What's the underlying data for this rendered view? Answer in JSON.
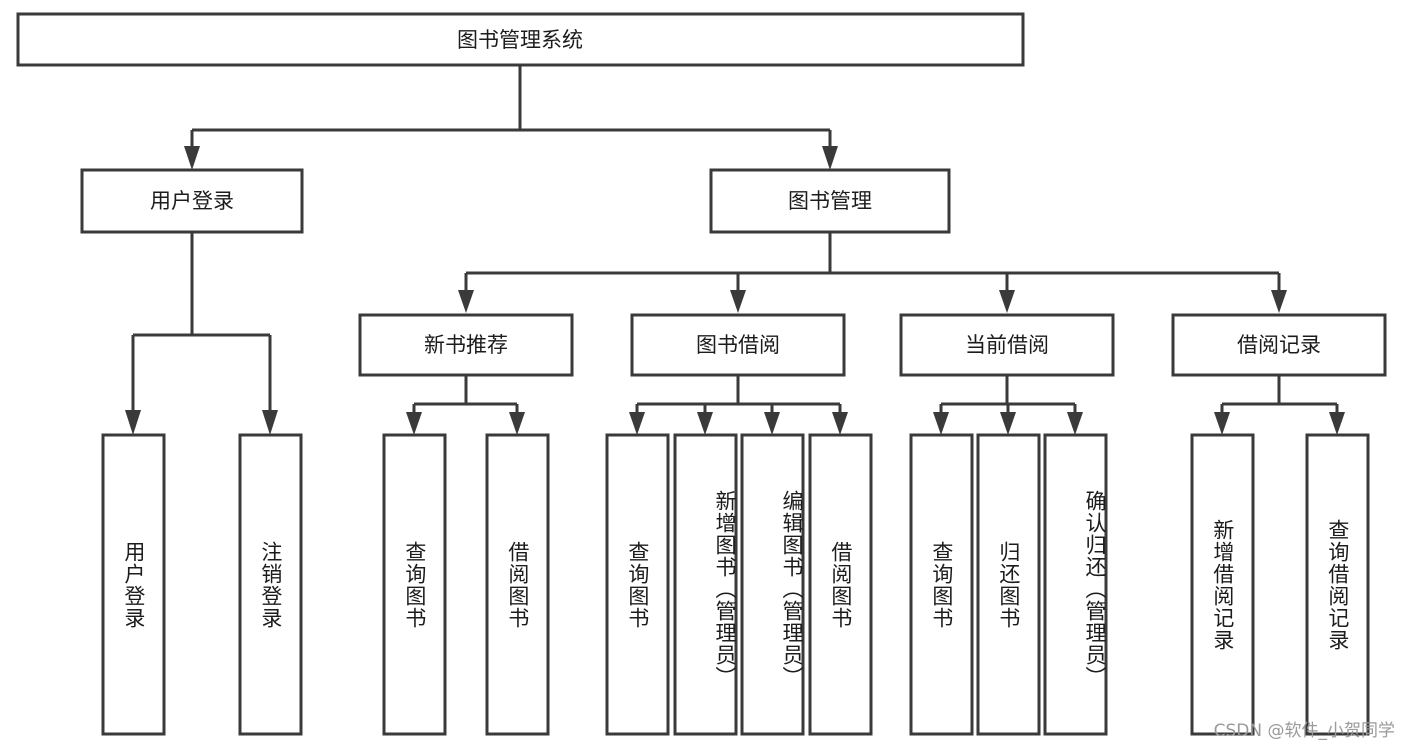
{
  "diagram": {
    "title": "图书管理系统",
    "type": "tree-hierarchy",
    "root": {
      "label": "图书管理系统"
    },
    "level2": [
      {
        "label": "用户登录"
      },
      {
        "label": "图书管理"
      }
    ],
    "level3": [
      {
        "label": "新书推荐"
      },
      {
        "label": "图书借阅"
      },
      {
        "label": "当前借阅"
      },
      {
        "label": "借阅记录"
      }
    ],
    "leaves": {
      "user_login": [
        {
          "label": "用户登录"
        },
        {
          "label": "注销登录"
        }
      ],
      "new_book_recommend": [
        {
          "label": "查询图书"
        },
        {
          "label": "借阅图书"
        }
      ],
      "book_borrow": [
        {
          "label": "查询图书"
        },
        {
          "label": "新增图书（管理员）"
        },
        {
          "label": "编辑图书（管理员）"
        },
        {
          "label": "借阅图书"
        }
      ],
      "current_borrow": [
        {
          "label": "查询图书"
        },
        {
          "label": "归还图书"
        },
        {
          "label": "确认归还（管理员）"
        }
      ],
      "borrow_record": [
        {
          "label": "新增借阅记录"
        },
        {
          "label": "查询借阅记录"
        }
      ]
    }
  },
  "watermark": {
    "text": "CSDN @软件_小贺同学"
  },
  "colors": {
    "stroke": "#3a3a3a",
    "fill": "#ffffff",
    "text": "#1c1c1c",
    "watermark": "#9a9a9a"
  }
}
